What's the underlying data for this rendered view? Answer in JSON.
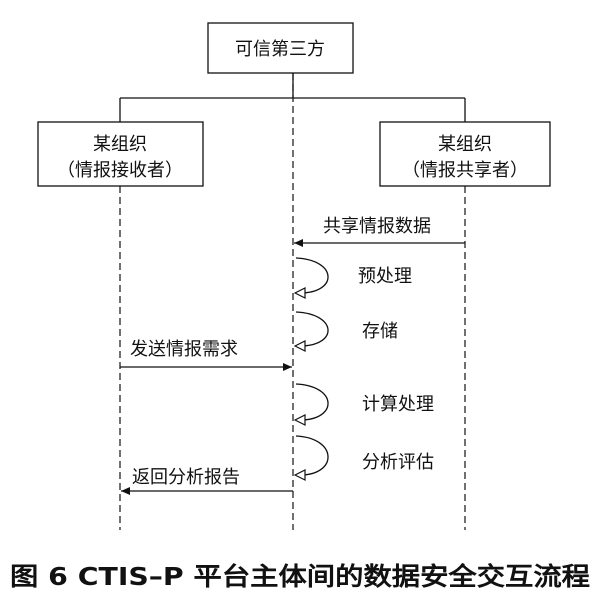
{
  "third_party": "可信第三方",
  "receiver": {
    "line1": "某组织",
    "line2": "（情报接收者）"
  },
  "sharer": {
    "line1": "某组织",
    "line2": "（情报共享者）"
  },
  "messages": {
    "share_data": "共享情报数据",
    "send_request": "发送情报需求",
    "return_report": "返回分析报告"
  },
  "steps": [
    "预处理",
    "存储",
    "计算处理",
    "分析评估"
  ],
  "caption": "图 6 CTIS–P 平台主体间的数据安全交互流程"
}
